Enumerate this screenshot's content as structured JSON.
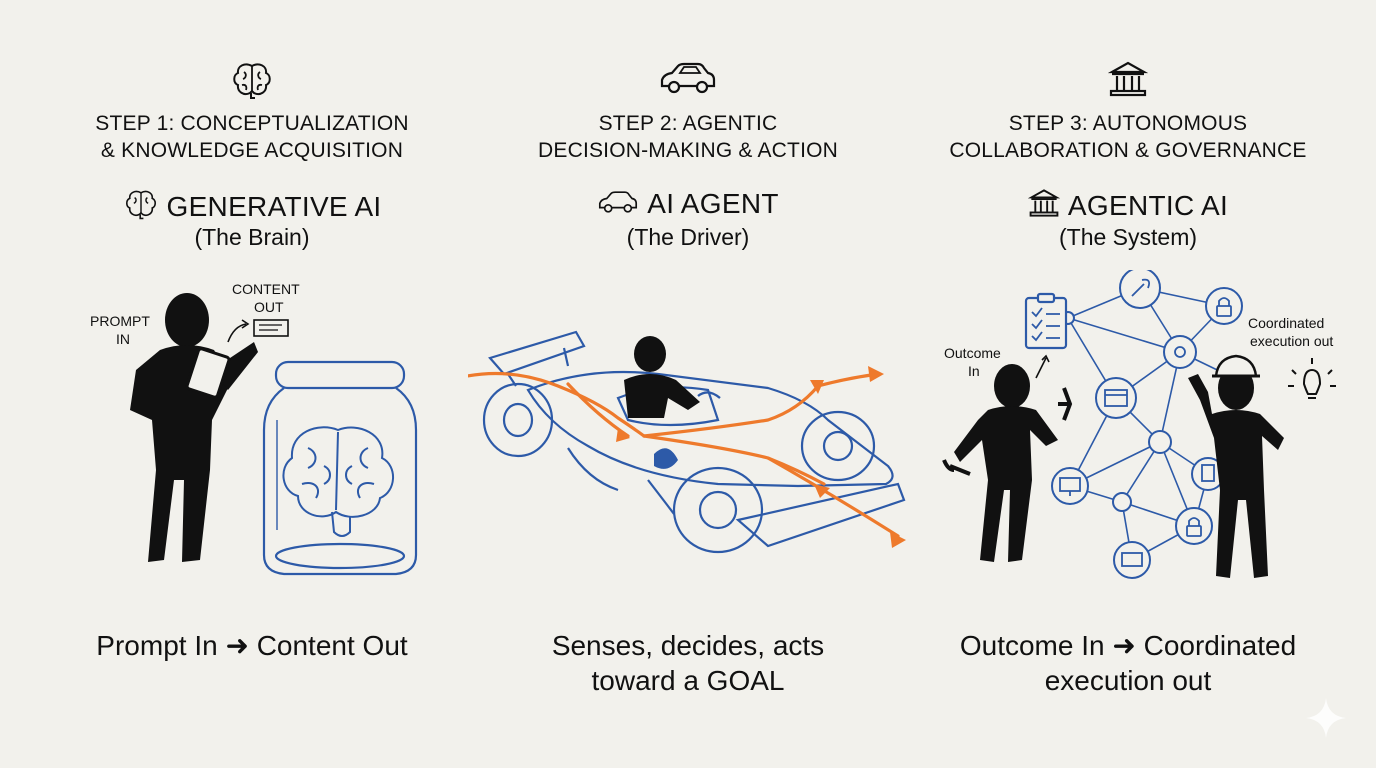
{
  "colors": {
    "accent_blue": "#2d5aa8",
    "accent_orange": "#ee7a2c",
    "ink": "#111111",
    "background": "#f2f1ec"
  },
  "steps": [
    {
      "icon": "brain-icon",
      "title": "STEP 1: CONCEPTUALIZATION\n& KNOWLEDGE ACQUISITION",
      "heading": "GENERATIVE AI",
      "subheading": "(The Brain)",
      "labels": {
        "prompt_line1": "PROMPT",
        "prompt_line2": "IN",
        "content_line1": "CONTENT",
        "content_line2": "OUT"
      },
      "caption": "Prompt In ➜ Content Out"
    },
    {
      "icon": "car-icon",
      "title": "STEP 2: AGENTIC\nDECISION-MAKING & ACTION",
      "heading": "AI AGENT",
      "subheading": "(The Driver)",
      "caption": "Senses, decides, acts\ntoward a GOAL"
    },
    {
      "icon": "institution-icon",
      "title": "STEP 3: AUTONOMOUS\nCOLLABORATION & GOVERNANCE",
      "heading": "AGENTIC AI",
      "subheading": "(The System)",
      "labels": {
        "outcome_line1": "Outcome",
        "outcome_line2": "In",
        "coord_line1": "Coordinated",
        "coord_line2": "execution out"
      },
      "caption": "Outcome In ➜ Coordinated\nexecution out"
    }
  ]
}
